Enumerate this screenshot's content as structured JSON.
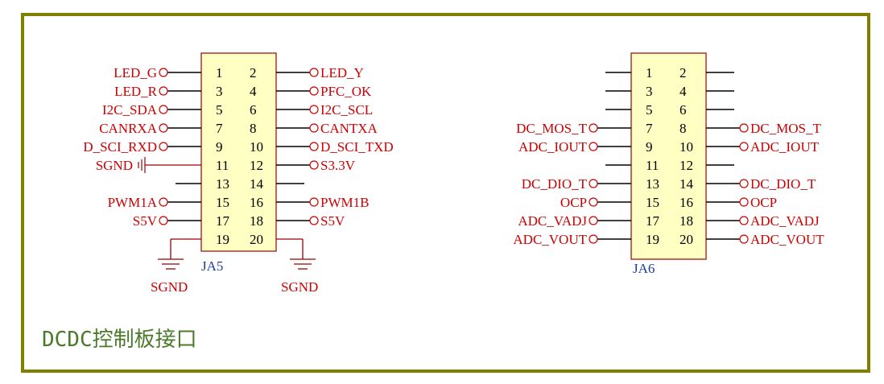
{
  "title": "DCDC控制板接口",
  "colors": {
    "frame": "#808000",
    "net_label": "#cc0000",
    "designator": "#1f3f9a",
    "body_fill": "#ffffc4",
    "title": "#4b7a2b"
  },
  "ja5": {
    "designator": "JA5",
    "left_labels": [
      "LED_G",
      "LED_R",
      "I2C_SDA",
      "CANRXA",
      "D_SCI_RXD",
      "SGND",
      "",
      "PWM1A",
      "S5V",
      "SGND"
    ],
    "right_labels": [
      "LED_Y",
      "PFC_OK",
      "I2C_SCL",
      "CANTXA",
      "D_SCI_TXD",
      "S3.3V",
      "",
      "PWM1B",
      "S5V",
      "SGND"
    ],
    "left_pins": [
      "1",
      "3",
      "5",
      "7",
      "9",
      "11",
      "13",
      "15",
      "17",
      "19"
    ],
    "right_pins": [
      "2",
      "4",
      "6",
      "8",
      "10",
      "12",
      "14",
      "16",
      "18",
      "20"
    ]
  },
  "ja6": {
    "designator": "JA6",
    "left_labels": [
      "",
      "",
      "",
      "DC_MOS_T",
      "ADC_IOUT",
      "",
      "DC_DIO_T",
      "OCP",
      "ADC_VADJ",
      "ADC_VOUT"
    ],
    "right_labels": [
      "",
      "",
      "",
      "DC_MOS_T",
      "ADC_IOUT",
      "",
      "DC_DIO_T",
      "OCP",
      "ADC_VADJ",
      "ADC_VOUT"
    ],
    "left_pins": [
      "1",
      "3",
      "5",
      "7",
      "9",
      "11",
      "13",
      "15",
      "17",
      "19"
    ],
    "right_pins": [
      "2",
      "4",
      "6",
      "8",
      "10",
      "12",
      "14",
      "16",
      "18",
      "20"
    ]
  }
}
